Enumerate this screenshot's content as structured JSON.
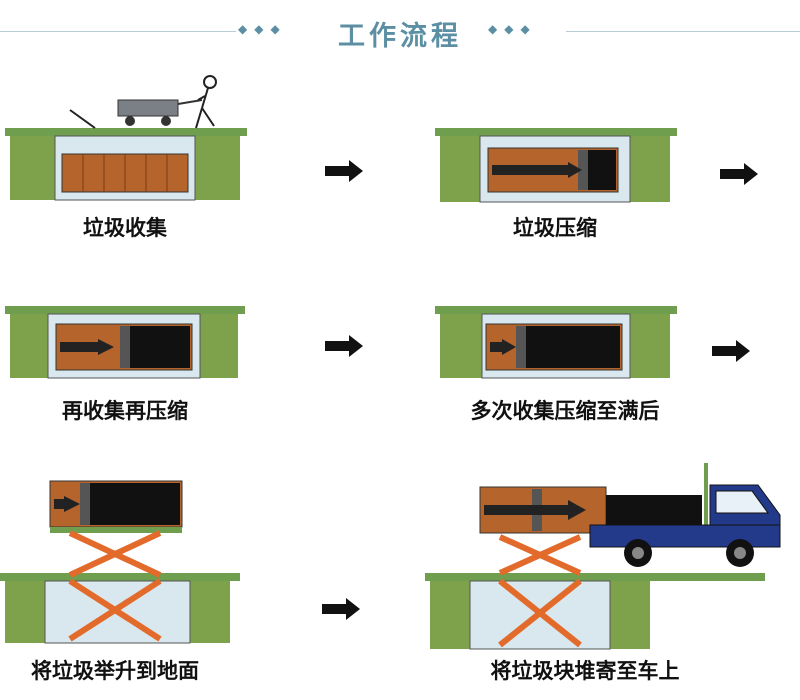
{
  "header": {
    "title": "工作流程"
  },
  "steps": [
    {
      "label": "垃圾收集"
    },
    {
      "label": "垃圾压缩"
    },
    {
      "label": "再收集再压缩"
    },
    {
      "label": "多次收集压缩至满后"
    },
    {
      "label": "将垃圾举升到地面"
    },
    {
      "label": "将垃圾块堆寄至车上"
    }
  ],
  "colors": {
    "title": "#5c8fa3",
    "ground": "#6f9e4f",
    "pillar": "#7ea14c",
    "pit": "#d9e8ee",
    "brick": "#b5642b",
    "scissor": "#e26b2b",
    "truck": "#233a8a",
    "arrow": "#111111"
  }
}
